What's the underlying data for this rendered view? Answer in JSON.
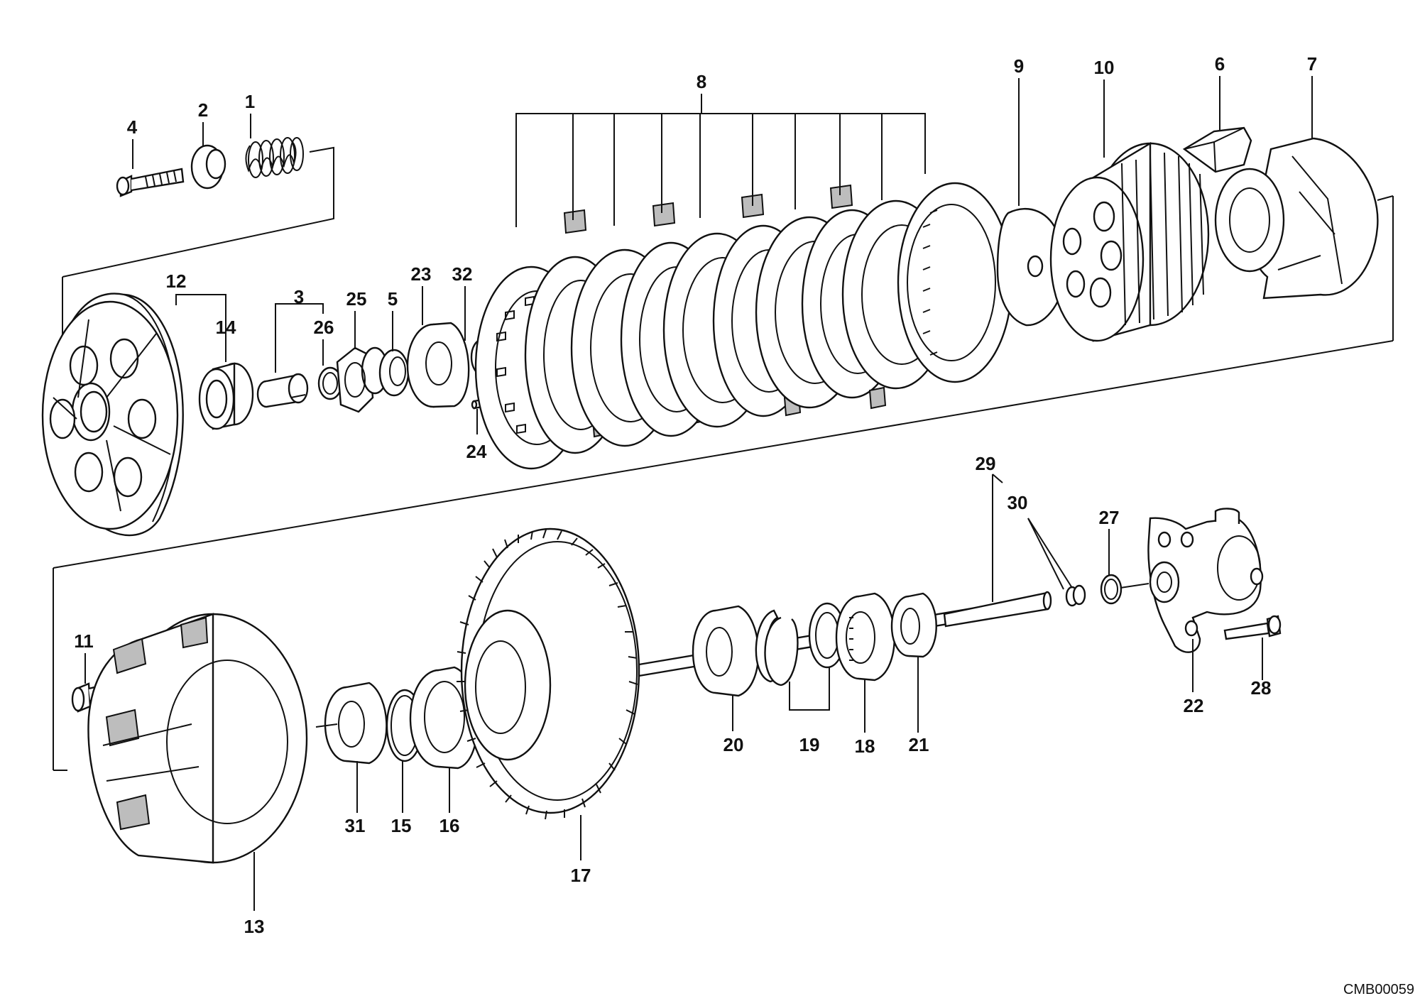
{
  "drawing_code": "CMB00059",
  "callouts": [
    "1",
    "2",
    "3",
    "4",
    "5",
    "6",
    "7",
    "8",
    "9",
    "10",
    "11",
    "12",
    "13",
    "14",
    "15",
    "16",
    "17",
    "18",
    "19",
    "20",
    "21",
    "22",
    "23",
    "24",
    "25",
    "26",
    "27",
    "28",
    "29",
    "30",
    "31",
    "32"
  ]
}
